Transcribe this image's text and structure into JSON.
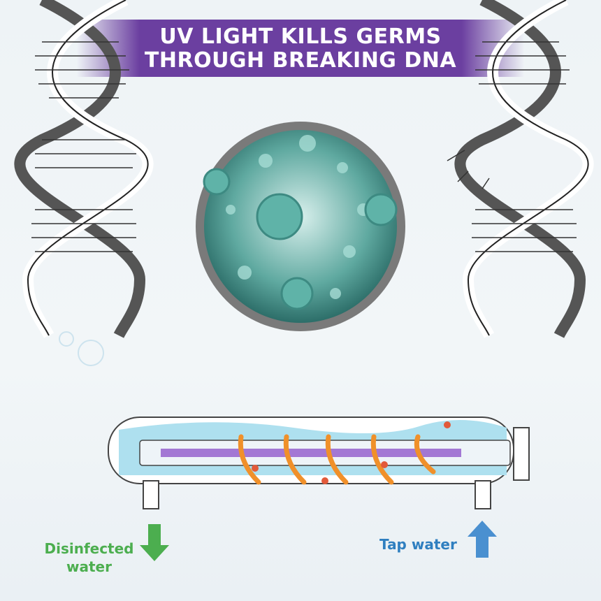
{
  "title": {
    "line1": "UV LIGHT KILLS GERMS",
    "line2": "THROUGH BREAKING DNA"
  },
  "labels": {
    "outlet_line1": "Disinfected",
    "outlet_line2": "water",
    "inlet": "Tap water"
  },
  "colors": {
    "banner": "#6b3fa0",
    "outlet": "#4cae4f",
    "inlet": "#2f7fc0",
    "virus": "#5fb3a8"
  }
}
